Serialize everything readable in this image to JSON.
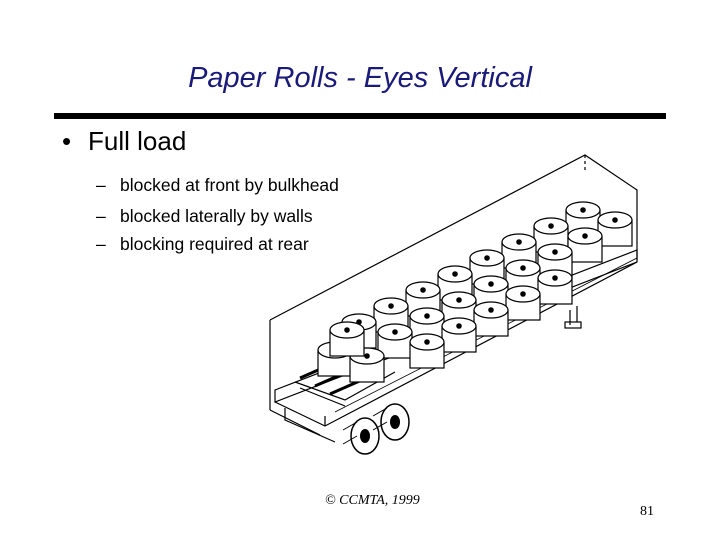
{
  "slide": {
    "title": "Paper Rolls - Eyes Vertical",
    "bullet": "Full load",
    "subitems": [
      "blocked at front by bulkhead",
      "blocked laterally by walls",
      "blocking required at rear"
    ],
    "copyright": "© CCMTA, 1999",
    "page_number": "81"
  }
}
